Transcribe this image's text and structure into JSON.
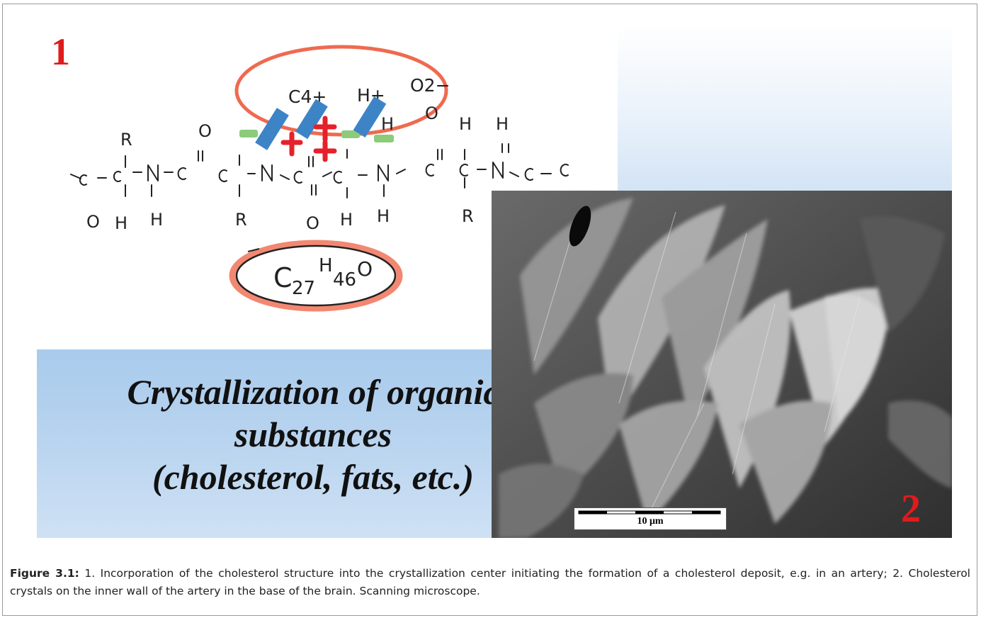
{
  "figure": {
    "panel_1_label": "1",
    "panel_2_label": "2",
    "overlay_lines": [
      "Crystallization of organic",
      "substances",
      "(cholesterol, fats, etc.)"
    ],
    "sketch_text": {
      "ion_c": "C4+",
      "ion_h": "H+",
      "ion_o": "O2−",
      "formula_c": "C",
      "formula_c_sub": "27",
      "formula_h": "H",
      "formula_h_sub": "46",
      "formula_o": "O"
    },
    "scale_label": "10  μm",
    "colors": {
      "label_red": "#e01b1b",
      "ring_orange": "#ef6a4f",
      "bond_blue": "#3d84c6",
      "minus_green": "#8ccb7a",
      "plus_red": "#e5212b"
    }
  },
  "caption": {
    "label": "Figure 3.1:",
    "text": " 1. Incorporation of the cholesterol structure into the crystallization center initiating the formation of a cholesterol deposit, e.g. in an artery; 2. Cholesterol crystals on the inner wall of the artery in the base of the brain. Scanning microscope."
  }
}
